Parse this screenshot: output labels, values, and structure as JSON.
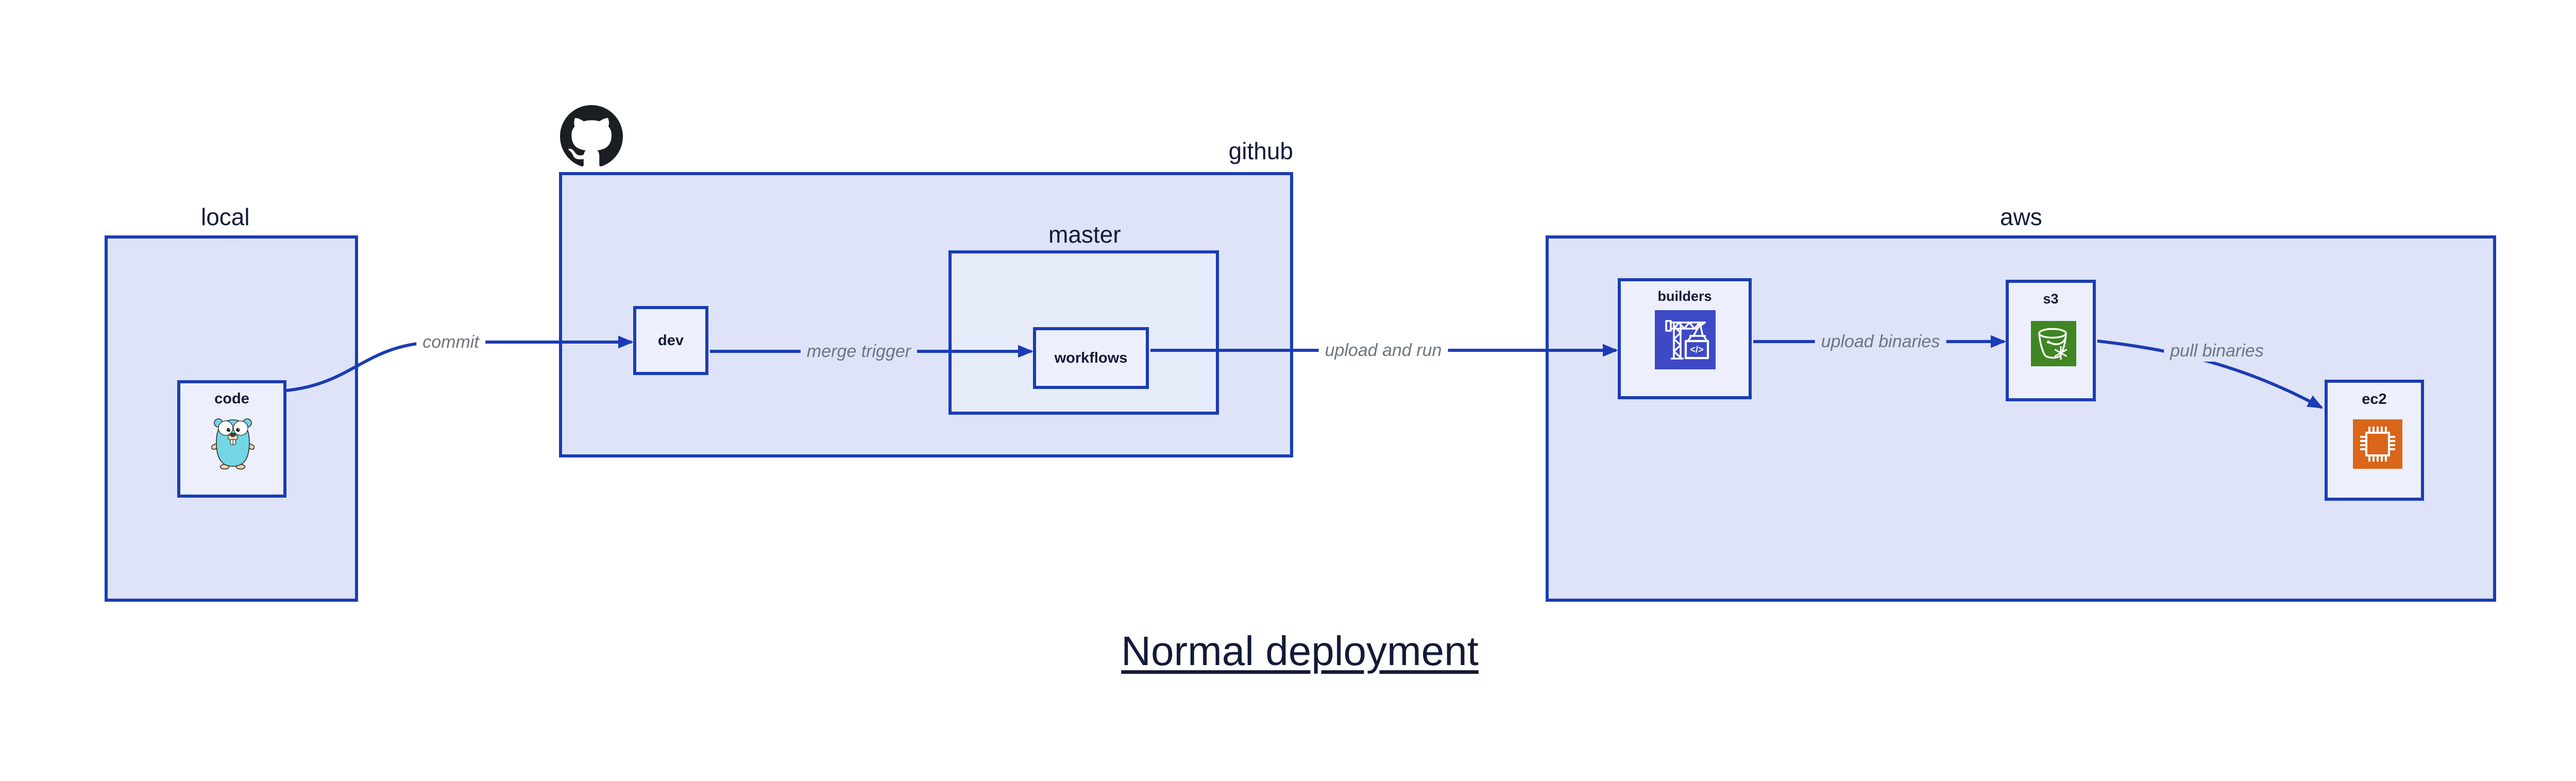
{
  "title": "Normal deployment",
  "groups": {
    "local": {
      "label": "local"
    },
    "github": {
      "label": "github"
    },
    "master": {
      "label": "master"
    },
    "aws": {
      "label": "aws"
    }
  },
  "nodes": {
    "code": {
      "label": "code"
    },
    "dev": {
      "label": "dev"
    },
    "workflows": {
      "label": "workflows"
    },
    "builders": {
      "label": "builders",
      "icon_text": "</>"
    },
    "s3": {
      "label": "s3"
    },
    "ec2": {
      "label": "ec2"
    }
  },
  "edges": {
    "commit": {
      "label": "commit"
    },
    "merge_trigger": {
      "label": "merge trigger"
    },
    "upload_and_run": {
      "label": "upload and run"
    },
    "upload_binaries": {
      "label": "upload binaries"
    },
    "pull_binaries": {
      "label": "pull binaries"
    }
  },
  "icons": {
    "github_logo": "github-octocat-icon",
    "code": "go-gopher-icon",
    "builders": "codebuild-crane-icon",
    "s3": "s3-glacier-bucket-icon",
    "ec2": "ec2-chip-icon"
  },
  "colors": {
    "line_blue": "#1a3cb4",
    "group_fill": "#dee3f8",
    "master_fill": "#e7ecfa",
    "node_fill": "#edf0fc",
    "ink_navy": "#131a38",
    "label_gray": "#6f7480",
    "github_black": "#1b1f23",
    "codebuild_indigo": "#3e49c6",
    "s3_green": "#3f8624",
    "ec2_orange": "#d9661a",
    "gopher_teal": "#72d6e4"
  }
}
